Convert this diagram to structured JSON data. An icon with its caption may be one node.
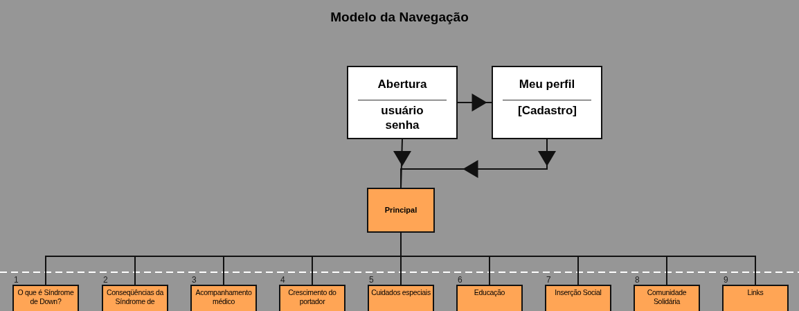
{
  "diagram": {
    "title": "Modelo da Navegação",
    "nodes": [
      {
        "text": [
          "Abertura",
          "usuário senha"
        ]
      },
      {
        "text": [
          "Meu perfil",
          "[Cadastro]"
        ]
      },
      {
        "text": [
          "Principal"
        ]
      },
      {
        "text": [
          "O que é Síndrome de Down?"
        ],
        "beside": [
          "1"
        ]
      },
      {
        "text": [
          "Conseqüências da Síndrome de"
        ],
        "beside": [
          "2"
        ]
      },
      {
        "text": [
          "Acompanhamento médico"
        ],
        "beside": [
          "3"
        ]
      },
      {
        "text": [
          "Crescimento do portador"
        ],
        "beside": [
          "4"
        ]
      },
      {
        "text": [
          "Cuidados especiais"
        ],
        "beside": [
          "5"
        ]
      },
      {
        "text": [
          "Educação"
        ],
        "beside": [
          "6"
        ]
      },
      {
        "text": [
          "Inserção Social"
        ],
        "beside": [
          "7"
        ]
      },
      {
        "text": [
          "Comunidade Solidária"
        ],
        "beside": [
          "8"
        ]
      },
      {
        "text": [
          "Links"
        ],
        "beside": [
          "9"
        ]
      }
    ],
    "edges": [
      {
        "from": 0,
        "to": 1,
        "arrow": "to"
      },
      {
        "from": 0,
        "to": 2,
        "arrow": "to"
      },
      {
        "from": 1,
        "to": 2,
        "arrow": "to"
      },
      {
        "from": 2,
        "to": 3,
        "arrow": "none"
      },
      {
        "from": 2,
        "to": 4,
        "arrow": "none"
      },
      {
        "from": 2,
        "to": 5,
        "arrow": "none"
      },
      {
        "from": 2,
        "to": 6,
        "arrow": "none"
      },
      {
        "from": 2,
        "to": 7,
        "arrow": "none"
      },
      {
        "from": 2,
        "to": 8,
        "arrow": "none"
      },
      {
        "from": 2,
        "to": 9,
        "arrow": "none"
      },
      {
        "from": 2,
        "to": 10,
        "arrow": "none"
      },
      {
        "from": 2,
        "to": 11,
        "arrow": "none"
      }
    ]
  }
}
